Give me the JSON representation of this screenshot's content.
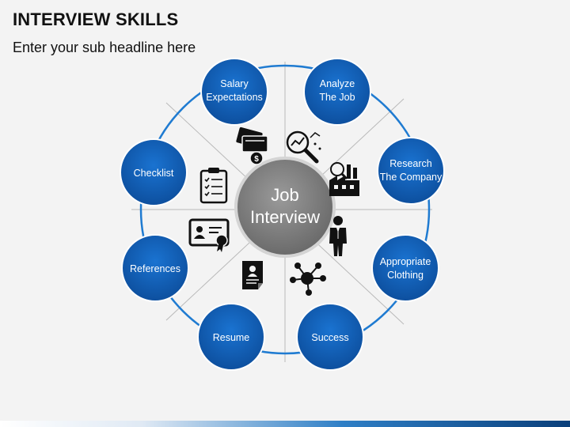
{
  "header": {
    "title": "INTERVIEW SKILLS",
    "subtitle": "Enter your sub headline here"
  },
  "center": {
    "line1": "Job",
    "line2": "Interview"
  },
  "nodes": [
    {
      "id": "salary",
      "lines": [
        "Salary",
        "Expectations"
      ]
    },
    {
      "id": "analyze",
      "lines": [
        "Analyze",
        "The Job"
      ]
    },
    {
      "id": "research",
      "lines": [
        "Research",
        "The Company"
      ]
    },
    {
      "id": "clothing",
      "lines": [
        "Appropriate",
        "Clothing"
      ]
    },
    {
      "id": "success",
      "lines": [
        "Success"
      ]
    },
    {
      "id": "resume",
      "lines": [
        "Resume"
      ]
    },
    {
      "id": "references",
      "lines": [
        "References"
      ]
    },
    {
      "id": "checklist",
      "lines": [
        "Checklist"
      ]
    }
  ],
  "icons": [
    "money-cards-icon",
    "magnifier-chart-icon",
    "factory-researcher-icon",
    "businessman-suit-icon",
    "network-success-icon",
    "resume-document-icon",
    "certificate-id-icon",
    "clipboard-checklist-icon"
  ],
  "colors": {
    "node_fill": "#1565c0",
    "node_stroke": "#0b3f7e",
    "ring": "#1f7bd1",
    "center_fill": "#7f7f7f",
    "center_stroke": "#cfcfcf"
  }
}
